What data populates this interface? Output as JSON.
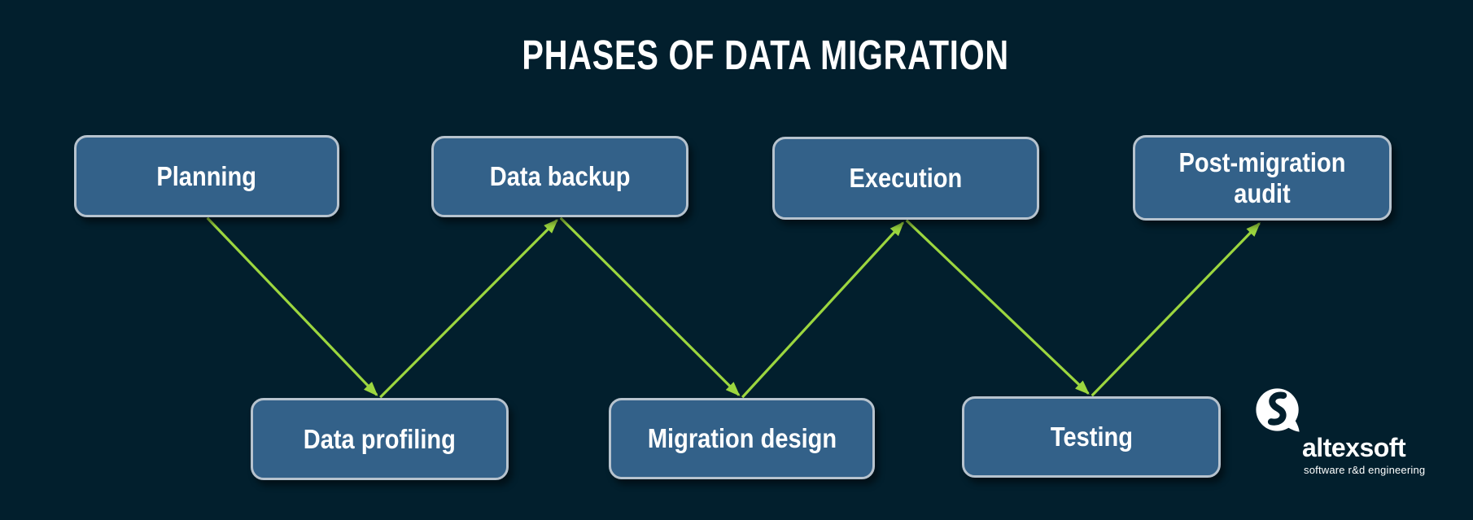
{
  "title": "PHASES OF DATA MIGRATION",
  "diagram": {
    "nodes": [
      {
        "id": "planning",
        "label": "Planning",
        "row": "top"
      },
      {
        "id": "data-backup",
        "label": "Data backup",
        "row": "top"
      },
      {
        "id": "execution",
        "label": "Execution",
        "row": "top"
      },
      {
        "id": "post-migration-audit",
        "label": "Post-migration audit",
        "row": "top"
      },
      {
        "id": "data-profiling",
        "label": "Data profiling",
        "row": "bottom"
      },
      {
        "id": "migration-design",
        "label": "Migration design",
        "row": "bottom"
      },
      {
        "id": "testing",
        "label": "Testing",
        "row": "bottom"
      }
    ],
    "edges": [
      {
        "from": "planning",
        "to": "data-profiling"
      },
      {
        "from": "data-profiling",
        "to": "data-backup"
      },
      {
        "from": "data-backup",
        "to": "migration-design"
      },
      {
        "from": "migration-design",
        "to": "execution"
      },
      {
        "from": "execution",
        "to": "testing"
      },
      {
        "from": "testing",
        "to": "post-migration-audit"
      }
    ]
  },
  "logo": {
    "name": "altexsoft",
    "tagline": "software r&d engineering"
  },
  "colors": {
    "background": "#021f2d",
    "box_fill": "#336189",
    "box_border": "#b7c3ce",
    "arrow": "#9cd63f",
    "text": "#ffffff"
  }
}
